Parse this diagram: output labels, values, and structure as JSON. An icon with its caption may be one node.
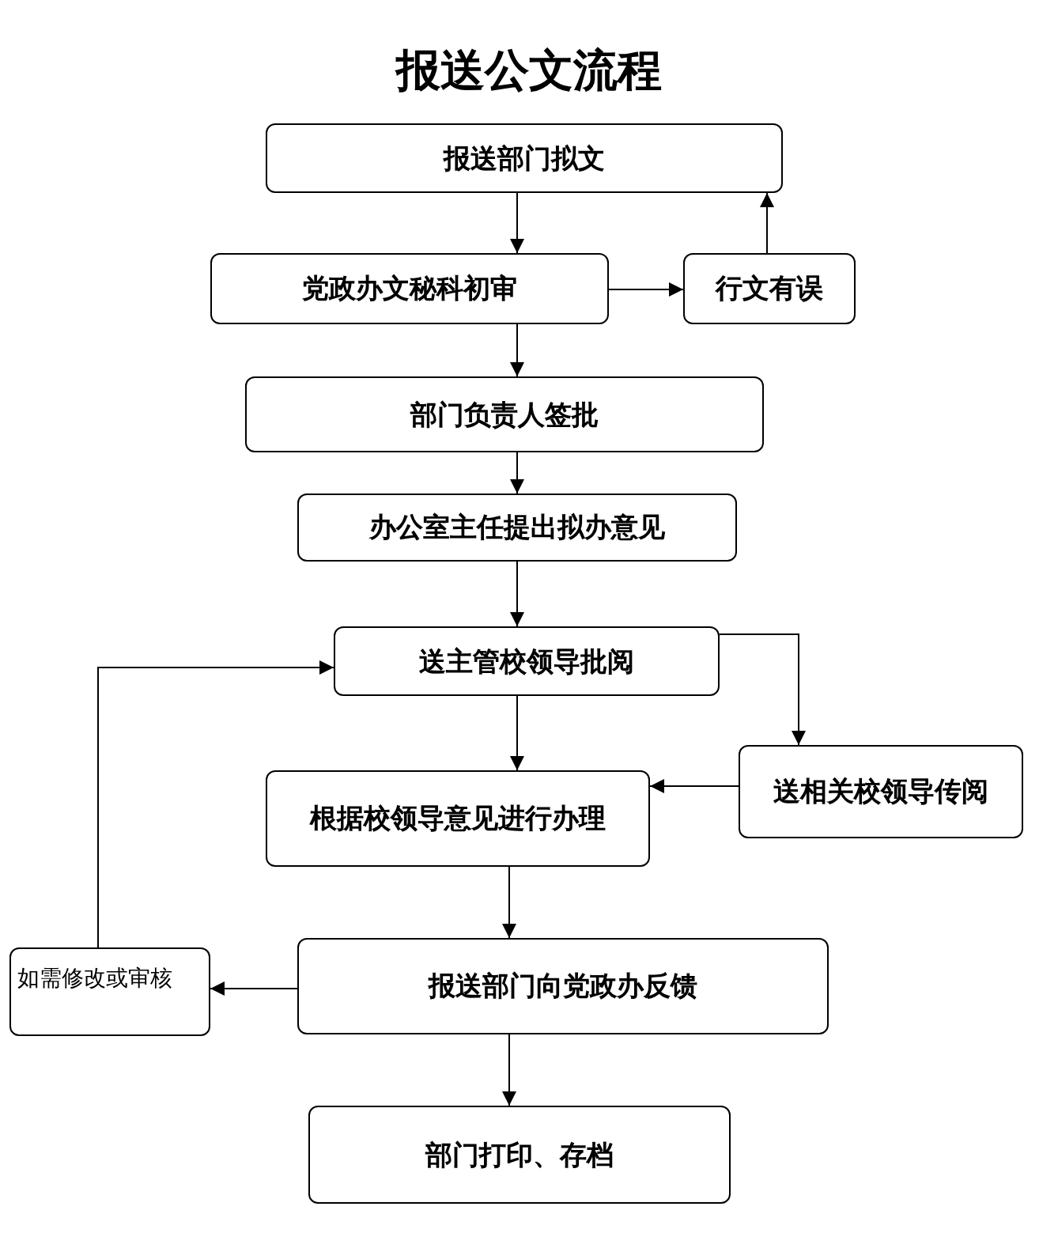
{
  "diagram": {
    "title": "报送公文流程",
    "nodes": [
      {
        "text": [
          "报送部门拟文"
        ]
      },
      {
        "text": [
          "党政办文秘科初审"
        ]
      },
      {
        "text": [
          "行文有误"
        ]
      },
      {
        "text": [
          "部门负责人签批"
        ]
      },
      {
        "text": [
          "办公室主任提出拟办意见"
        ]
      },
      {
        "text": [
          "送主管校领导批阅"
        ]
      },
      {
        "text": [
          "送相关校领导传阅"
        ]
      },
      {
        "text": [
          "根据校领导意见进行办理"
        ]
      },
      {
        "text": [
          "报送部门向党政办反馈"
        ]
      },
      {
        "text": [
          "如需修改或审核"
        ]
      },
      {
        "text": [
          "部门打印、存档"
        ]
      }
    ],
    "edges": [
      {
        "from": 0,
        "to": 1,
        "arrow": "to"
      },
      {
        "from": 1,
        "to": 2,
        "arrow": "to"
      },
      {
        "from": 2,
        "to": 0,
        "arrow": "to"
      },
      {
        "from": 1,
        "to": 3,
        "arrow": "to"
      },
      {
        "from": 3,
        "to": 4,
        "arrow": "to"
      },
      {
        "from": 4,
        "to": 5,
        "arrow": "to"
      },
      {
        "from": 5,
        "to": 7,
        "arrow": "to"
      },
      {
        "from": 5,
        "to": 6,
        "arrow": "to"
      },
      {
        "from": 6,
        "to": 7,
        "arrow": "to"
      },
      {
        "from": 7,
        "to": 8,
        "arrow": "to"
      },
      {
        "from": 8,
        "to": 9,
        "arrow": "to"
      },
      {
        "from": 9,
        "to": 5,
        "arrow": "to"
      },
      {
        "from": 8,
        "to": 10,
        "arrow": "to"
      }
    ]
  }
}
